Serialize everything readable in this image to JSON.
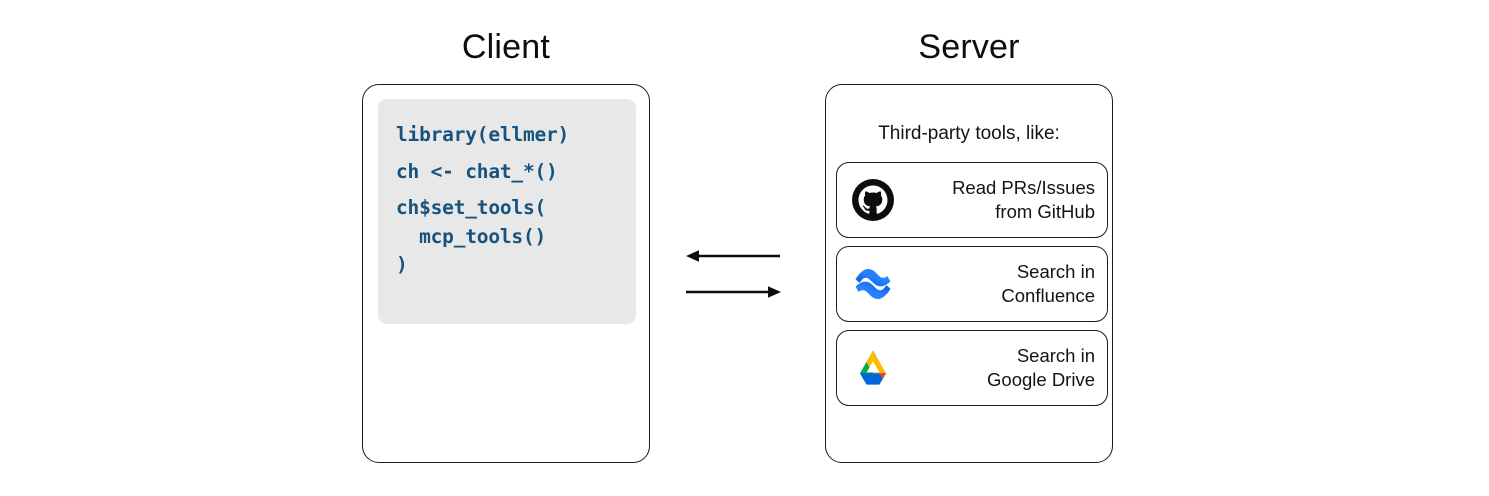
{
  "diagram": {
    "client": {
      "title": "Client",
      "code_lines": [
        "library(ellmer)",
        "ch <- chat_*()",
        "ch$set_tools(",
        "  mcp_tools()",
        ")"
      ]
    },
    "server": {
      "title": "Server",
      "heading": "Third-party tools, like:",
      "tools": [
        {
          "icon": "github-icon",
          "label": "Read PRs/Issues\nfrom GitHub"
        },
        {
          "icon": "confluence-icon",
          "label": "Search in\nConfluence"
        },
        {
          "icon": "google-drive-icon",
          "label": "Search in\nGoogle Drive"
        }
      ]
    },
    "arrows": [
      {
        "name": "arrow-server-to-client",
        "direction": "left"
      },
      {
        "name": "arrow-client-to-server",
        "direction": "right"
      }
    ]
  },
  "colors": {
    "code_text": "#16537e",
    "code_background": "#e8e8e8",
    "panel_border": "#1b1b1b",
    "github": "#0d0d0d",
    "confluence_blue": "#2681ff",
    "confluence_blue_dark": "#0052cc",
    "drive_green": "#00ac47",
    "drive_yellow": "#ffba00",
    "drive_blue": "#0066da",
    "drive_red": "#ea4335"
  }
}
